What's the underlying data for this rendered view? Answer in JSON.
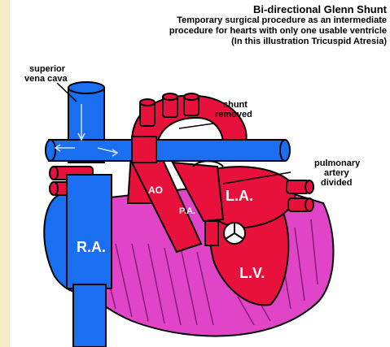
{
  "heading": {
    "title": "Bi-directional Glenn Shunt",
    "line1": "Temporary surgical procedure as an intermediate",
    "line2": "procedure for hearts with only one usable ventricle",
    "line3": "(In this illustration Tricuspid Atresia)"
  },
  "labels": {
    "svc_line1": "superior",
    "svc_line2": "vena cava",
    "shunt_line1": "shunt",
    "shunt_line2": "removed",
    "pa_line1": "pulmonary",
    "pa_line2": "artery",
    "pa_line3": "divided",
    "ao": "AO",
    "pa": "P.A.",
    "la": "L.A.",
    "ra": "R.A.",
    "lv": "L.V."
  },
  "colors": {
    "background": "#f6ecc3",
    "venous_blue": "#1a6ef0",
    "arterial_red": "#e8113c",
    "myocardium_magenta": "#e045c8"
  }
}
